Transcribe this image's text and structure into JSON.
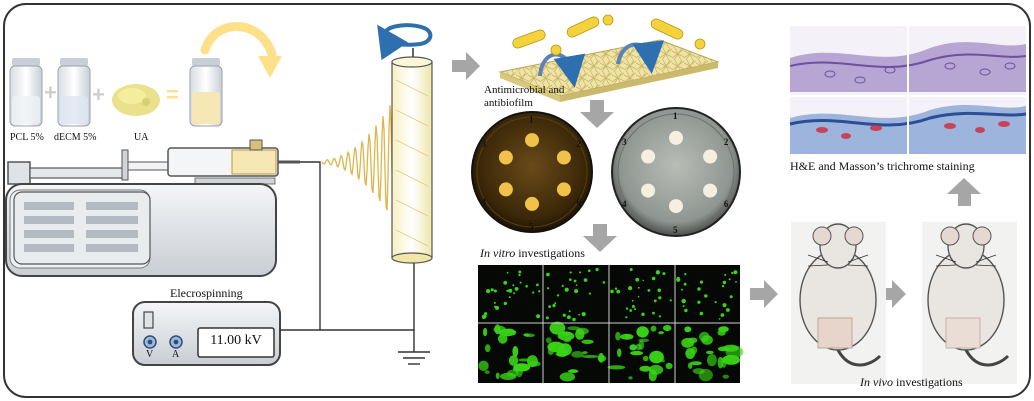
{
  "vials": {
    "pcl_label": "PCL 5%",
    "decm_label": "dECM 5%",
    "ua_label": "UA",
    "plus_symbol": "+",
    "equals_symbol": "="
  },
  "electrospinning": {
    "title": "Elecrospinning",
    "voltage_display": "11.00 kV",
    "knob_v_label": "V",
    "knob_a_label": "A"
  },
  "antimicrobial": {
    "label_line1": "Antimicrobial and",
    "label_line2": "antibiofilm"
  },
  "petri_left": {
    "wells": [
      "1",
      "2",
      "3",
      "4",
      "5",
      "6"
    ]
  },
  "petri_right": {
    "wells": [
      "1",
      "2",
      "3",
      "4",
      "5",
      "6"
    ]
  },
  "in_vitro": {
    "italic": "In vitro",
    "text": " investigations"
  },
  "in_vivo": {
    "italic": "In vivo",
    "text": " investigations"
  },
  "histology": {
    "label": "H&E and Masson’s trichrome staining"
  },
  "colors": {
    "border": "#333333",
    "arrow_gray": "#a6a6a6",
    "rotation_arrow": "#2e6fb0",
    "yellow_arrow": "#fde08a",
    "fluorescence": "#39d416",
    "he_stain": "#a58ac4",
    "masson_blue": "#4d7fc4",
    "masson_red": "#d03040"
  }
}
